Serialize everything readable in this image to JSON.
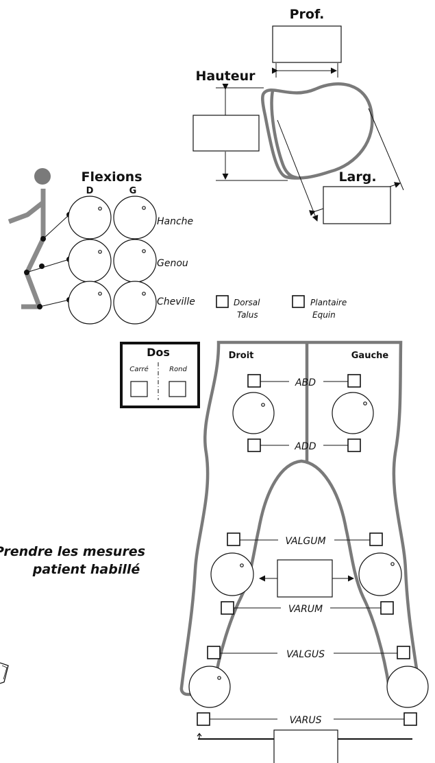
{
  "seat": {
    "depth_label": "Prof.",
    "height_label": "Hauteur",
    "width_label": "Larg."
  },
  "flexions": {
    "title": "Flexions",
    "col_right": "D",
    "col_left": "G",
    "rows": [
      "Hanche",
      "Genou",
      "Cheville"
    ]
  },
  "foot": {
    "dorsal": [
      "Dorsal",
      "Talus"
    ],
    "plantar": [
      "Plantaire",
      "Equin"
    ]
  },
  "back": {
    "title": "Dos",
    "square": "Carré",
    "round": "Rond"
  },
  "legs": {
    "right": "Droit",
    "left": "Gauche",
    "abd": "ABD",
    "add": "ADD",
    "valgum": "VALGUM",
    "varum": "VARUM",
    "valgus": "VALGUS",
    "varus": "VARUS"
  },
  "note": {
    "line1": "Prendre les mesures",
    "line2": "patient habillé"
  }
}
